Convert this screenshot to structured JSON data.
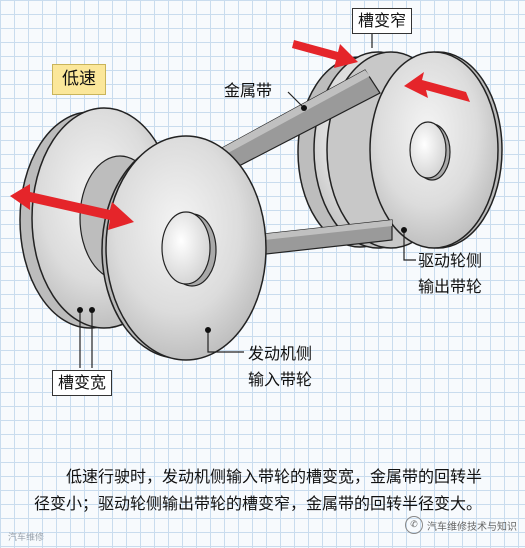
{
  "labels": {
    "mode": "低速",
    "groove_narrow": "槽变窄",
    "metal_belt": "金属带",
    "driven_pulley": [
      "驱动轮侧",
      "输出带轮"
    ],
    "drive_pulley": [
      "发动机侧",
      "输入带轮"
    ],
    "groove_wide": "槽变宽"
  },
  "caption": "低速行驶时，发动机侧输入带轮的槽变宽，金属带的回转半径变小；驱动轮侧输出带轮的槽变窄，金属带的回转半径变大。",
  "watermark": {
    "left": "汽车维修",
    "right": "汽车维修技术与知识",
    "logo_icon": "wechat-icon"
  },
  "colors": {
    "arrow": "#e5252a",
    "pulley": "#d2d2d2",
    "belt": "#8f8f8f",
    "mode_box": "#fbe79a"
  }
}
